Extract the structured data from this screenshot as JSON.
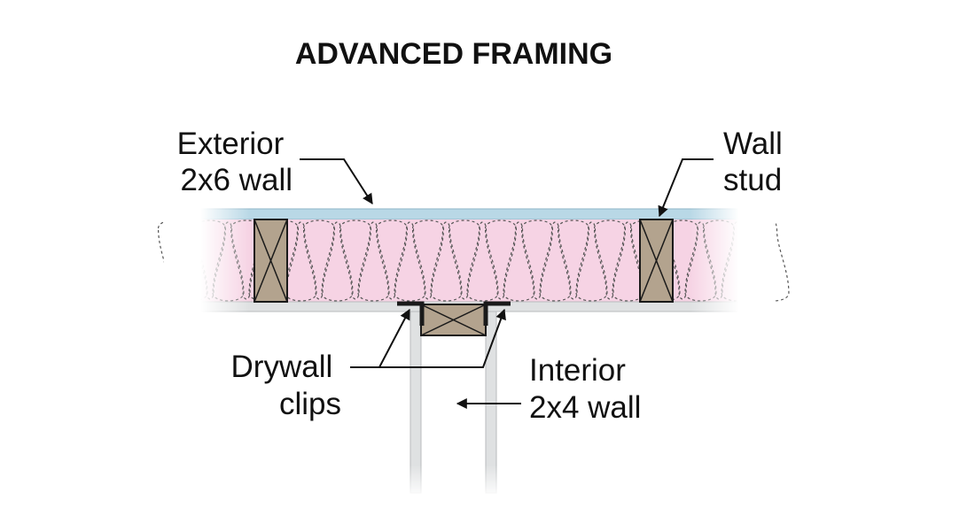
{
  "title": "ADVANCED FRAMING",
  "labels": {
    "exterior_wall": [
      "Exterior",
      "2x6 wall"
    ],
    "wall_stud": [
      "Wall",
      "stud"
    ],
    "drywall_clips": [
      "Drywall",
      "clips"
    ],
    "interior_wall": [
      "Interior",
      "2x4 wall"
    ]
  },
  "colors": {
    "sheathing": "#b9d8e6",
    "insulation": "#f6d3e4",
    "stud_wood": "#b3a38e",
    "drywall": "#dfe1e2",
    "outline": "#1a1a1a"
  }
}
